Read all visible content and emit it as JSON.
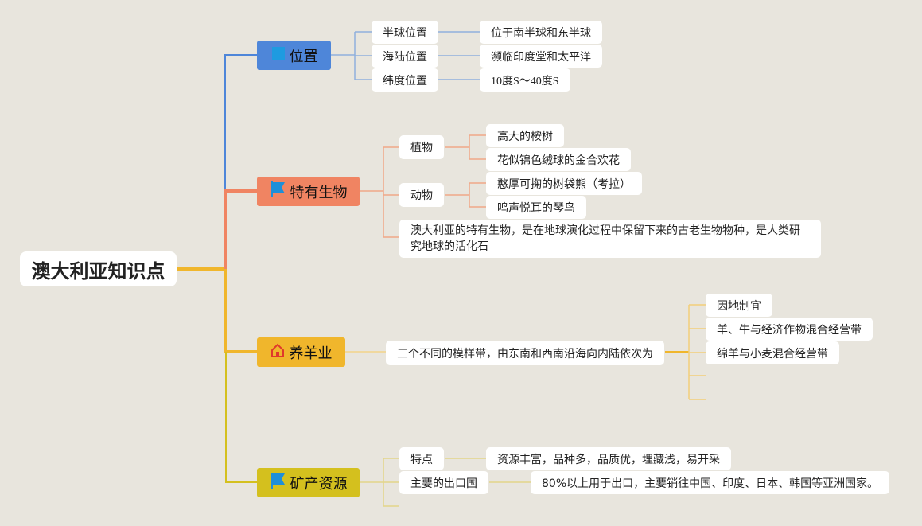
{
  "root": {
    "label": "澳大利亚知识点"
  },
  "branches": [
    {
      "label": "位置",
      "icon": "flag-icon",
      "color": "#4e86d9",
      "children": [
        {
          "label": "半球位置",
          "detail": "位于南半球和东半球"
        },
        {
          "label": "海陆位置",
          "detail": "濒临印度堂和太平洋"
        },
        {
          "label": "纬度位置",
          "detail": "10度S～40度S"
        }
      ]
    },
    {
      "label": "特有生物",
      "icon": "flag-icon",
      "color": "#f08462",
      "children": [
        {
          "label": "植物",
          "details": [
            "高大的桉树",
            "花似锦色绒球的金合欢花"
          ]
        },
        {
          "label": "动物",
          "details": [
            "憨厚可掬的树袋熊（考拉）",
            "鸣声悦耳的琴鸟"
          ]
        }
      ],
      "note": "澳大利亚的特有生物，是在地球演化过程中保留下来的古老生物物种，是人类研究地球的活化石"
    },
    {
      "label": "养羊业",
      "icon": "home-icon",
      "color": "#f0b62c",
      "child": "三个不同的模样带，由东南和西南沿海向内陆依次为",
      "details": [
        "因地制宜",
        "羊、牛与经济作物混合经营带",
        "绵羊与小麦混合经营带"
      ]
    },
    {
      "label": "矿产资源",
      "icon": "flag-icon",
      "color": "#d4c01e",
      "children": [
        {
          "label": "特点",
          "detail": "资源丰富，品种多，品质优，埋藏浅，易开采"
        },
        {
          "label": "主要的出口国",
          "detail": "80%以上用于出口，主要销往中国、印度、日本、韩国等亚洲国家。"
        }
      ]
    }
  ],
  "colors": {
    "background": "#e8e5dd",
    "flag": "#1e8fd8",
    "home": "#e0392b"
  }
}
